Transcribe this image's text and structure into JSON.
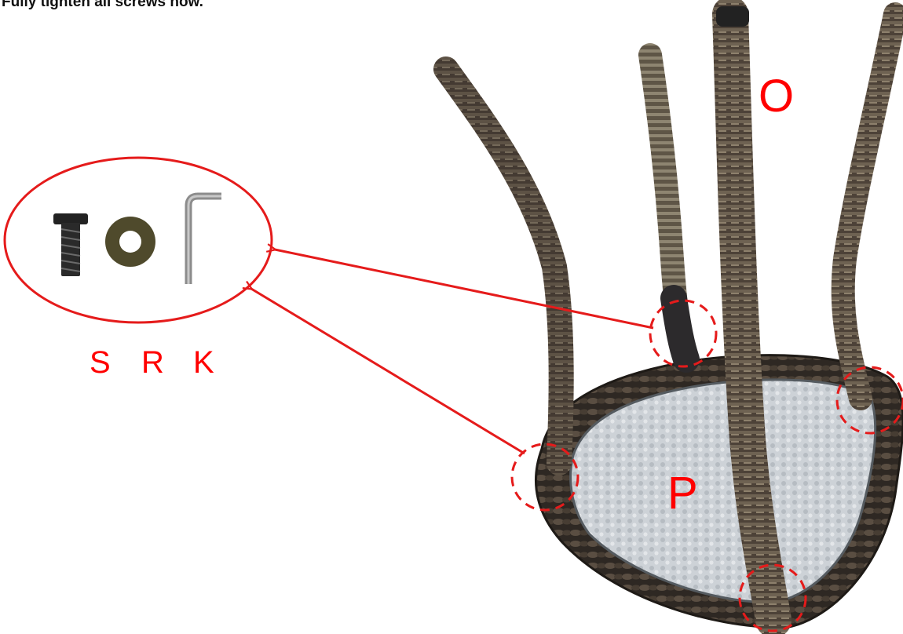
{
  "instruction": "Fully tighten all screws now.",
  "labels": {
    "leg": "O",
    "seat": "P",
    "screw": "S",
    "washer": "R",
    "key": "K"
  },
  "colors": {
    "annotation": "#ff0000",
    "rattan": "#4a4036",
    "rattan_light": "#8a7d6a",
    "cushion": "#c9ced3",
    "washer": "#4f4a2c"
  }
}
